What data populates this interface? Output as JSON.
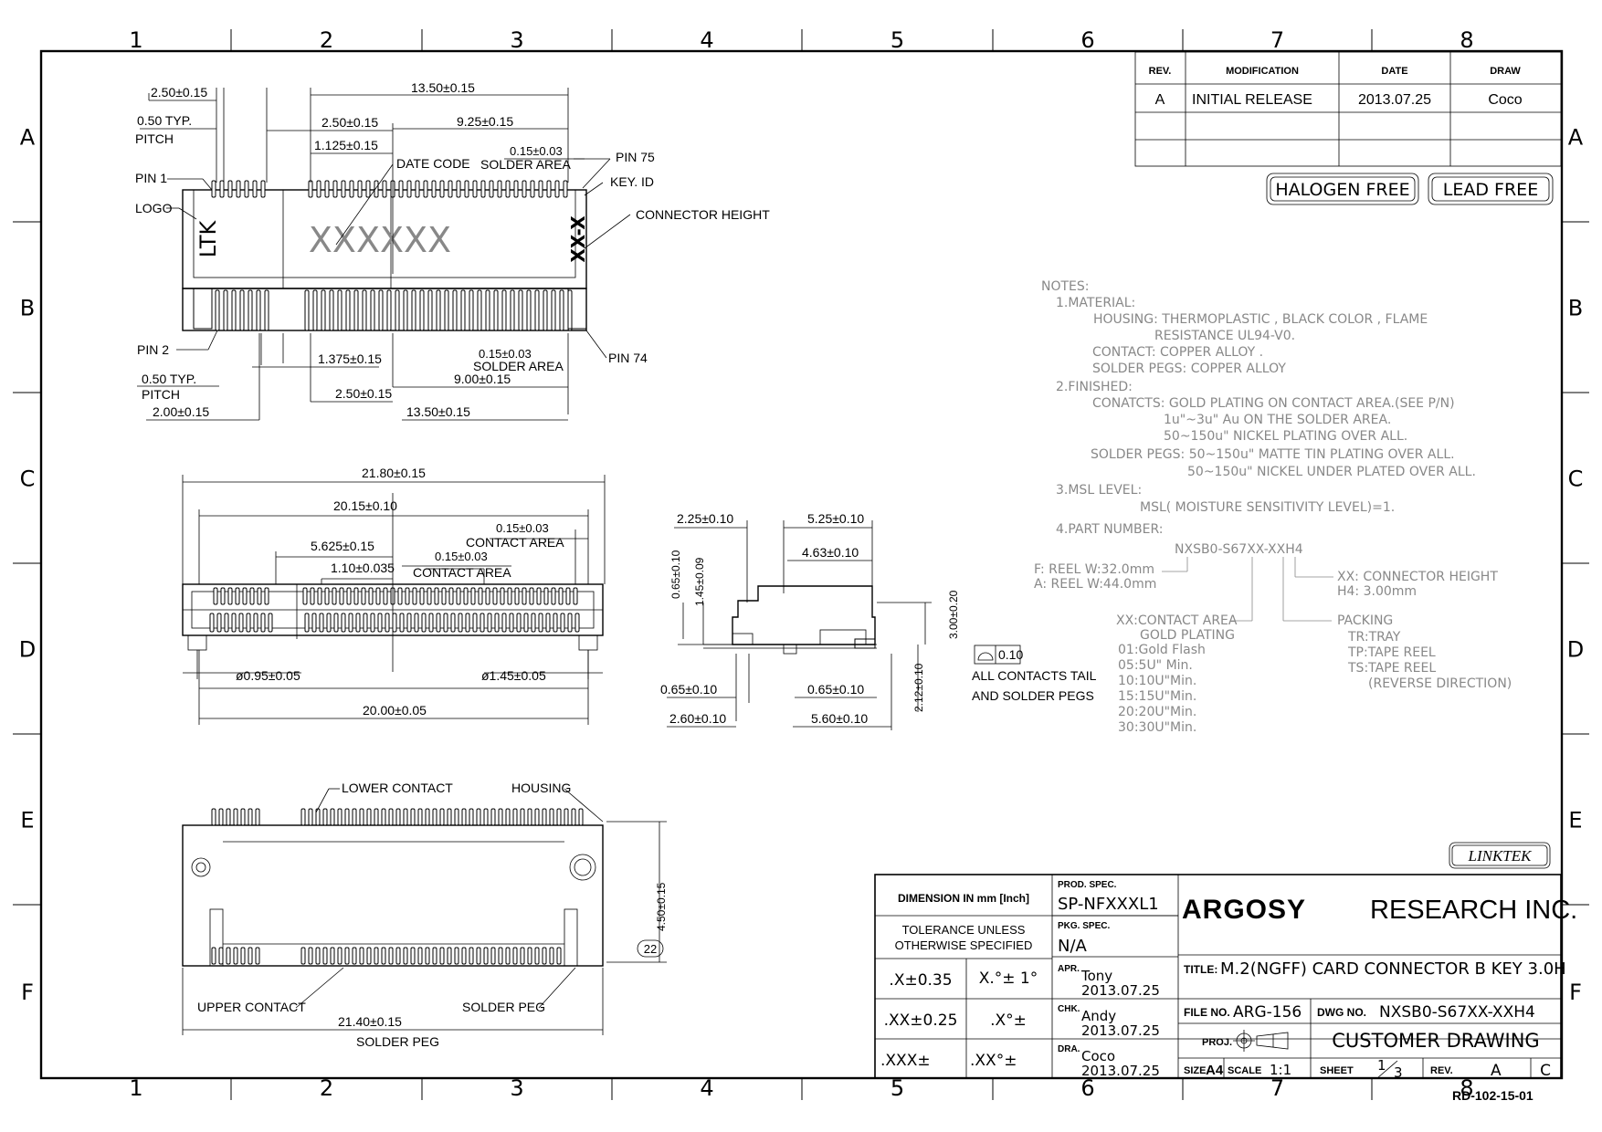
{
  "frame": {
    "columns": [
      "1",
      "2",
      "3",
      "4",
      "5",
      "6",
      "7",
      "8"
    ],
    "rows": [
      "A",
      "B",
      "C",
      "D",
      "E",
      "F"
    ]
  },
  "revision_table": {
    "headers": [
      "REV.",
      "MODIFICATION",
      "DATE",
      "DRAW"
    ],
    "rows": [
      [
        "A",
        "INITIAL RELEASE",
        "2013.07.25",
        "Coco"
      ]
    ]
  },
  "badges": {
    "halogen": "HALOGEN FREE",
    "lead": "LEAD FREE",
    "linktek": "LINKTEK"
  },
  "top_view": {
    "dims": {
      "d_250": "2.50±0.15",
      "d_pitch": "0.50 TYP.",
      "d_pitch_label": "PITCH",
      "d_1350": "13.50±0.15",
      "d_250b": "2.50±0.15",
      "d_925": "9.25±0.15",
      "d_1125": "1.125±0.15",
      "d_015": "0.15±0.03",
      "solder_area": "SOLDER AREA"
    },
    "labels": {
      "pin1": "PIN 1",
      "logo": "LOGO",
      "date_code": "DATE CODE",
      "pin75": "PIN 75",
      "key_id": "KEY. ID",
      "connector_height": "CONNECTOR HEIGHT",
      "logo_text": "LTK",
      "code_text": "XXXXXX",
      "key_text": "XX-X"
    }
  },
  "bottom_view": {
    "labels": {
      "pin2": "PIN 2",
      "pin74": "PIN 74",
      "pitch_typ": "0.50 TYP.",
      "pitch": "PITCH"
    },
    "dims": {
      "d_1375": "1.375±0.15",
      "d_015": "0.15±0.03",
      "solder_area": "SOLDER AREA",
      "d_900": "9.00±0.15",
      "d_250": "2.50±0.15",
      "d_200": "2.00±0.15",
      "d_1350": "13.50±0.15"
    }
  },
  "front_view": {
    "dims": {
      "d_2180": "21.80±0.15",
      "d_2015": "20.15±0.10",
      "d_015a": "0.15±0.03",
      "contact_area_a": "CONTACT AREA",
      "d_5625": "5.625±0.15",
      "d_015b": "0.15±0.03",
      "d_110": "1.10±0.035",
      "contact_area_b": "CONTACT AREA",
      "d_095": "ø0.95±0.05",
      "d_145": "ø1.45±0.05",
      "d_2000": "20.00±0.05"
    }
  },
  "side_view": {
    "dims": {
      "d_225": "2.25±0.10",
      "d_525": "5.25±0.10",
      "d_463": "4.63±0.10",
      "d_065v": "0.65±0.10",
      "d_145v": "1.45±0.09",
      "d_300": "3.00±0.20",
      "d_212": "2.12±0.10",
      "d_065a": "0.65±0.10",
      "d_065b": "0.65±0.10",
      "d_260": "2.60±0.10",
      "d_560": "5.60±0.10"
    },
    "flatness_value": "0.10",
    "flatness_note_1": "ALL CONTACTS TAIL",
    "flatness_note_2": "AND SOLDER PEGS"
  },
  "rear_view": {
    "labels": {
      "lower_contact": "LOWER CONTACT",
      "housing": "HOUSING",
      "upper_contact": "UPPER CONTACT",
      "solder_peg": "SOLDER PEG",
      "d_2140": "21.40±0.15",
      "solder_peg_b": "SOLDER PEG",
      "d_450": "4.50±0.15",
      "balloon": "22"
    }
  },
  "notes": {
    "title": "NOTES:",
    "lines": [
      "1.MATERIAL:",
      "HOUSING: THERMOPLASTIC , BLACK COLOR , FLAME",
      "RESISTANCE UL94-V0.",
      "CONTACT: COPPER ALLOY .",
      "SOLDER PEGS: COPPER ALLOY",
      "2.FINISHED:",
      "CONATCTS: GOLD PLATING ON CONTACT AREA.(SEE P/N)",
      "1u\"~3u\" Au ON THE SOLDER AREA.",
      "50~150u\" NICKEL PLATING OVER ALL.",
      "SOLDER PEGS: 50~150u\" MATTE TIN PLATING OVER ALL.",
      "50~150u\" NICKEL UNDER PLATED OVER ALL.",
      "3.MSL LEVEL:",
      "MSL( MOISTURE SENSITIVITY LEVEL)=1.",
      "4.PART NUMBER:"
    ],
    "part_number": "NXSB0-S67XX-XXH4",
    "reel_f": "F: REEL W:32.0mm",
    "reel_a": "A: REEL W:44.0mm",
    "xx_height": "XX: CONNECTOR HEIGHT",
    "h4": "H4: 3.00mm",
    "contact_area": "XX:CONTACT AREA",
    "gold_plating": "GOLD PLATING",
    "plating_list": [
      "01:Gold Flash",
      "05:5U\" Min.",
      "10:10U\"Min.",
      "15:15U\"Min.",
      "20:20U\"Min.",
      "30:30U\"Min."
    ],
    "packing": "PACKING",
    "packing_list": [
      "TR:TRAY",
      "TP:TAPE REEL",
      "TS:TAPE REEL",
      "(REVERSE DIRECTION)"
    ]
  },
  "title_block": {
    "dimension": "DIMENSION IN mm [Inch]",
    "tolerance_1": "TOLERANCE UNLESS",
    "tolerance_2": "OTHERWISE SPECIFIED",
    "tol_x": ".X±0.35",
    "tol_x_ang": "X.°± 1°",
    "tol_xx": ".XX±0.25",
    "tol_xx_ang": ".X°±",
    "tol_xxx": ".XXX±",
    "tol_xxx_ang": ".XX°±",
    "prod_spec_label": "PROD. SPEC.",
    "prod_spec": "SP-NFXXXL1",
    "pkg_spec_label": "PKG. SPEC.",
    "pkg_spec": "N/A",
    "apr_label": "APR.",
    "apr_name": "Tony",
    "apr_date": "2013.07.25",
    "chk_label": "CHK.",
    "chk_name": "Andy",
    "chk_date": "2013.07.25",
    "dra_label": "DRA.",
    "dra_name": "Coco",
    "dra_date": "2013.07.25",
    "company_logo": "ARGOSY",
    "company_rest": "RESEARCH INC.",
    "title_label": "TITLE:",
    "title": "M.2(NGFF) CARD CONNECTOR B KEY 3.0H",
    "file_label": "FILE NO.",
    "file_no": "ARG-156",
    "dwg_label": "DWG NO.",
    "dwg_no": "NXSB0-S67XX-XXH4",
    "proj_label": "PROJ.",
    "customer_drawing": "CUSTOMER DRAWING",
    "size_label": "SIZE",
    "size": "A4",
    "scale_label": "SCALE",
    "scale": "1:1",
    "sheet_label": "SHEET",
    "sheet_num": "1",
    "sheet_total": "3",
    "rev_label": "REV.",
    "rev": "A",
    "rev_c": "C",
    "doc_code": "RD-102-15-01"
  }
}
